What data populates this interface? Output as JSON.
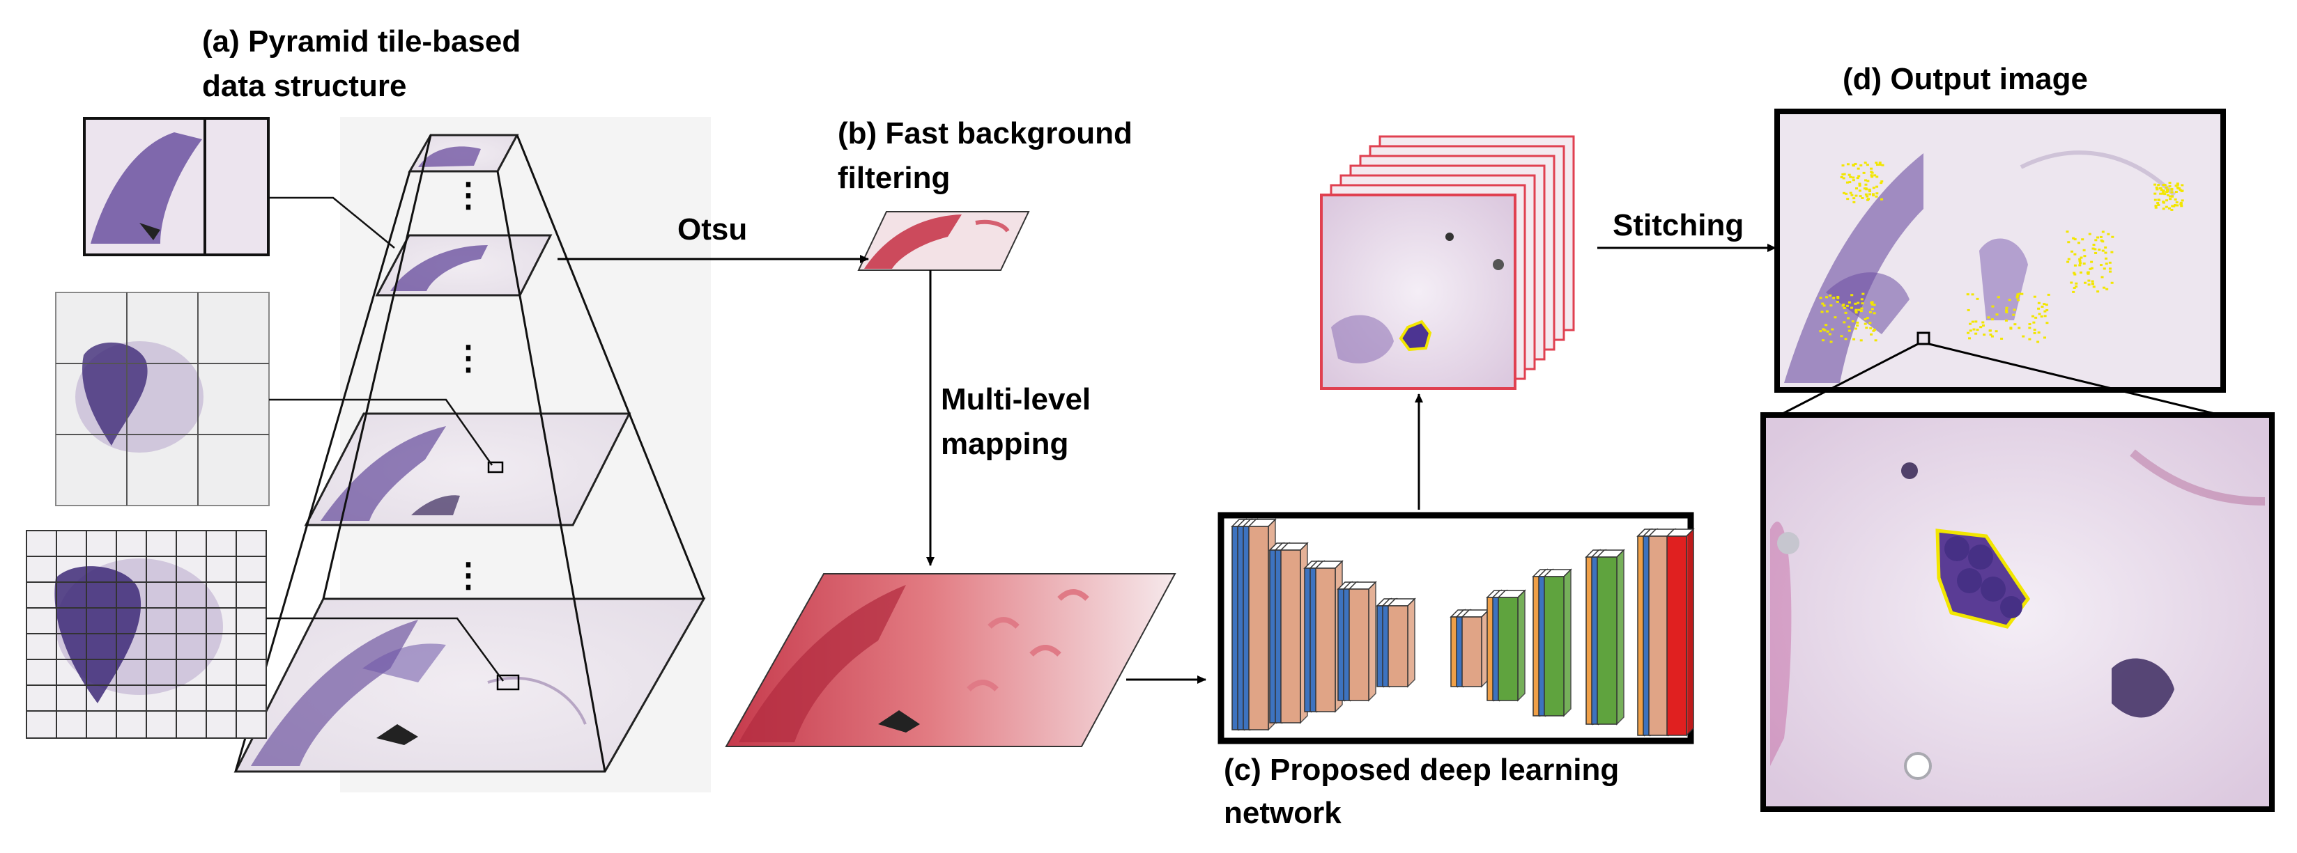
{
  "labels": {
    "pyramid_line1": "(a) Pyramid tile-based",
    "pyramid_line2": "data structure",
    "filter_line1": "(b) Fast background",
    "filter_line2": "filtering",
    "network_line1": "(c) Proposed deep learning",
    "network_line2": "network",
    "output": "(d) Output image",
    "otsu": "Otsu",
    "mapping_line1": "Multi-level",
    "mapping_line2": "mapping",
    "stitching": "Stitching"
  },
  "colors": {
    "tissue_purple": "#5b3f95",
    "mask_red": "#d04550",
    "cell_outline": "#f2e600",
    "blue_block": "#3d73c0",
    "peach_block": "#e0a486",
    "green_block": "#5fa33e",
    "orange_block": "#f0a048",
    "red_block": "#e02020",
    "tile_frame": "#e04050"
  },
  "icons": {
    "level_ellipsis": "vertical-ellipsis-icon"
  }
}
